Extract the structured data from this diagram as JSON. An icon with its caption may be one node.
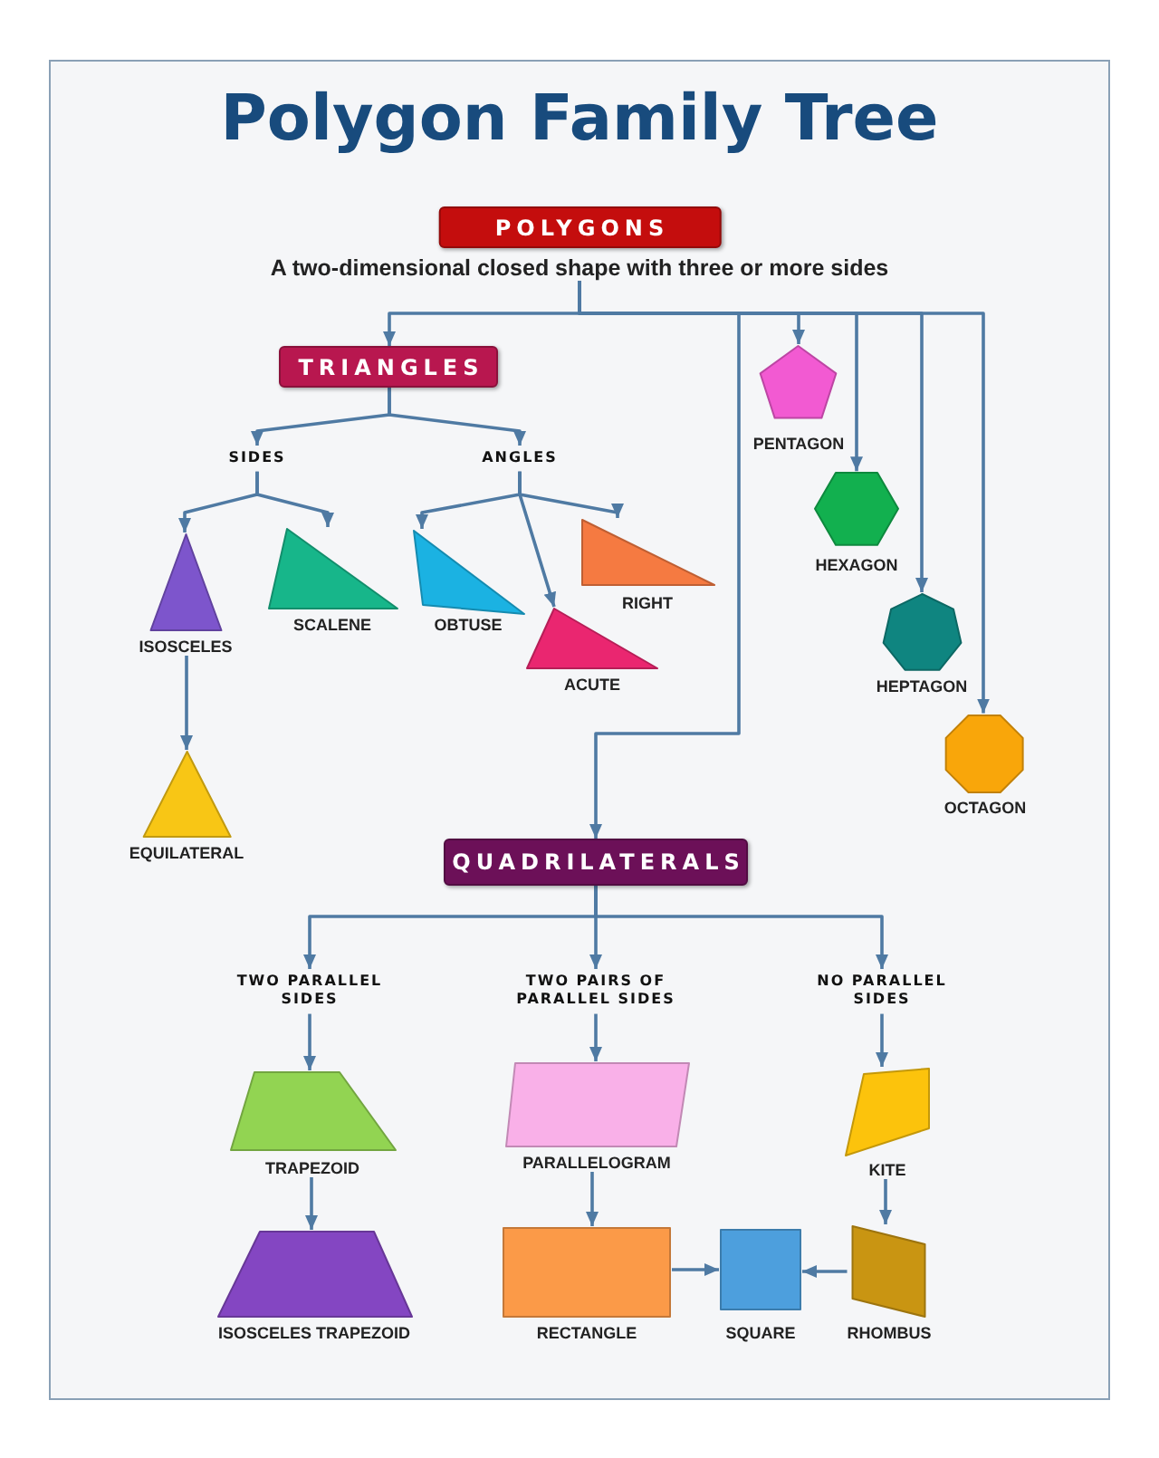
{
  "diagram": {
    "title": "Polygon Family Tree",
    "nodes": [
      {
        "text": [
          "POLYGONS",
          "A two-dimensional closed shape with three or more sides"
        ]
      },
      {
        "text": [
          "TRIANGLES"
        ]
      },
      {
        "text": [
          "PENTAGON"
        ]
      },
      {
        "text": [
          "SIDES"
        ]
      },
      {
        "text": [
          "ANGLES"
        ]
      },
      {
        "text": [
          "HEXAGON"
        ]
      },
      {
        "text": [
          "ISOSCELES"
        ]
      },
      {
        "text": [
          "SCALENE"
        ]
      },
      {
        "text": [
          "OBTUSE"
        ]
      },
      {
        "text": [
          "RIGHT"
        ]
      },
      {
        "text": [
          "ACUTE"
        ]
      },
      {
        "text": [
          "HEPTAGON"
        ]
      },
      {
        "text": [
          "OCTAGON"
        ]
      },
      {
        "text": [
          "EQUILATERAL"
        ]
      },
      {
        "text": [
          "QUADRILATERALS"
        ]
      },
      {
        "text": [
          "TWO PARALLEL SIDES"
        ]
      },
      {
        "text": [
          "TWO PAIRS OF PARALLEL SIDES"
        ]
      },
      {
        "text": [
          "NO PARALLEL SIDES"
        ]
      },
      {
        "text": [
          "TRAPEZOID"
        ]
      },
      {
        "text": [
          "PARALLELOGRAM"
        ]
      },
      {
        "text": [
          "KITE"
        ]
      },
      {
        "text": [
          "ISOSCELES TRAPEZOID"
        ]
      },
      {
        "text": [
          "RECTANGLE"
        ]
      },
      {
        "text": [
          "SQUARE"
        ]
      },
      {
        "text": [
          "RHOMBUS"
        ]
      }
    ],
    "edges": [
      {
        "from": 0,
        "to": 1,
        "arrow": "to"
      },
      {
        "from": 0,
        "to": 2,
        "arrow": "to"
      },
      {
        "from": 0,
        "to": 5,
        "arrow": "to"
      },
      {
        "from": 0,
        "to": 11,
        "arrow": "to"
      },
      {
        "from": 0,
        "to": 12,
        "arrow": "to"
      },
      {
        "from": 0,
        "to": 14,
        "arrow": "to"
      },
      {
        "from": 1,
        "to": 3,
        "arrow": "to"
      },
      {
        "from": 1,
        "to": 4,
        "arrow": "to"
      },
      {
        "from": 3,
        "to": 6,
        "arrow": "to"
      },
      {
        "from": 3,
        "to": 7,
        "arrow": "to"
      },
      {
        "from": 4,
        "to": 8,
        "arrow": "to"
      },
      {
        "from": 4,
        "to": 10,
        "arrow": "to"
      },
      {
        "from": 4,
        "to": 9,
        "arrow": "to"
      },
      {
        "from": 6,
        "to": 13,
        "arrow": "to"
      },
      {
        "from": 14,
        "to": 15,
        "arrow": "to"
      },
      {
        "from": 14,
        "to": 16,
        "arrow": "to"
      },
      {
        "from": 14,
        "to": 17,
        "arrow": "to"
      },
      {
        "from": 15,
        "to": 18,
        "arrow": "to"
      },
      {
        "from": 16,
        "to": 19,
        "arrow": "to"
      },
      {
        "from": 17,
        "to": 20,
        "arrow": "to"
      },
      {
        "from": 18,
        "to": 21,
        "arrow": "to"
      },
      {
        "from": 19,
        "to": 22,
        "arrow": "to"
      },
      {
        "from": 20,
        "to": 24,
        "arrow": "to"
      },
      {
        "from": 22,
        "to": 23,
        "arrow": "to"
      },
      {
        "from": 24,
        "to": 23,
        "arrow": "to"
      }
    ]
  }
}
